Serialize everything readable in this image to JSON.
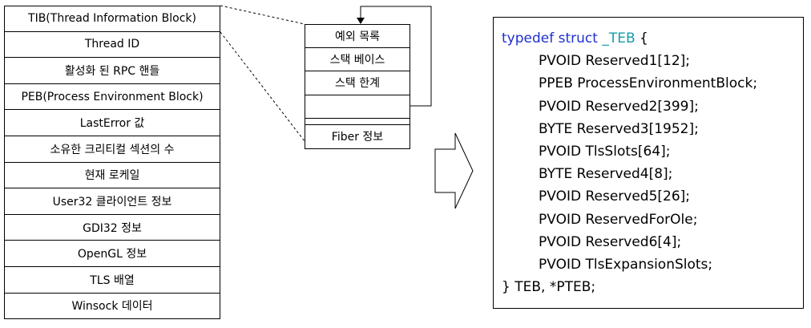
{
  "teb_fields": [
    "TIB(Thread Information Block)",
    "Thread ID",
    "활성화 된 RPC 핸들",
    "PEB(Process Environment Block)",
    "LastError 값",
    "소유한 크리티컬 섹션의 수",
    "현재 로케일",
    "User32 클라이언트 정보",
    "GDI32 정보",
    "OpenGL 정보",
    "TLS 배열",
    "Winsock 데이터"
  ],
  "tib_fields": [
    "예외 목록",
    "스택 베이스",
    "스택 한계",
    "",
    "Fiber 정보"
  ],
  "code": {
    "keyword": "typedef struct",
    "type_name": "_TEB",
    "open_brace": " {",
    "members": [
      "PVOID Reserved1[12];",
      "PPEB ProcessEnvironmentBlock;",
      "PVOID Reserved2[399];",
      "BYTE Reserved3[1952];",
      "PVOID TlsSlots[64];",
      "BYTE Reserved4[8];",
      "PVOID Reserved5[26];",
      "PVOID ReservedForOle;",
      "PVOID Reserved6[4];",
      "PVOID TlsExpansionSlots;"
    ],
    "closing": "} TEB, *PTEB;"
  },
  "colors": {
    "keyword": "#1f2fd1",
    "type_name": "#1a9ca8"
  }
}
